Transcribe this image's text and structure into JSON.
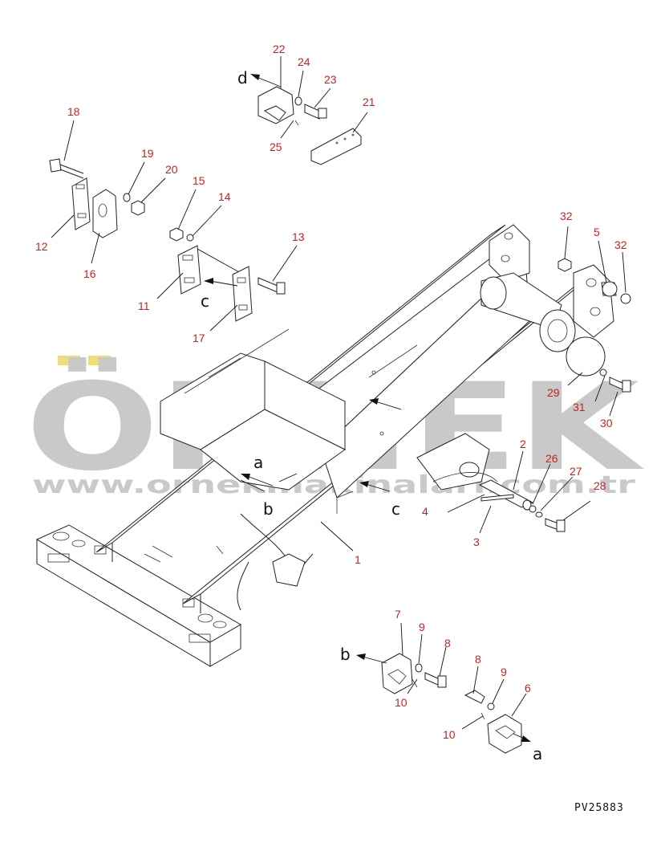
{
  "watermark": {
    "brand": "ÖRNEK",
    "url": "www.ornekmakinalari.com.tr",
    "accent_color": "#f2dc7a",
    "text_color": "#c9c9c9"
  },
  "drawing_code": "PV25883",
  "view_markers": [
    "a",
    "b",
    "c",
    "d"
  ],
  "callout_color": "#cc1f1f",
  "part_numbers": {
    "p1": "1",
    "p2": "2",
    "p3": "3",
    "p4": "4",
    "p5": "5",
    "p6": "6",
    "p7": "7",
    "p8a": "8",
    "p8b": "8",
    "p9a": "9",
    "p9b": "9",
    "p10a": "10",
    "p10b": "10",
    "p11": "11",
    "p12": "12",
    "p13": "13",
    "p14": "14",
    "p15": "15",
    "p16": "16",
    "p17": "17",
    "p18": "18",
    "p19": "19",
    "p20": "20",
    "p21": "21",
    "p22": "22",
    "p23": "23",
    "p24": "24",
    "p25": "25",
    "p26": "26",
    "p27": "27",
    "p28": "28",
    "p29": "29",
    "p30": "30",
    "p31": "31",
    "p32a": "32",
    "p32b": "32"
  }
}
